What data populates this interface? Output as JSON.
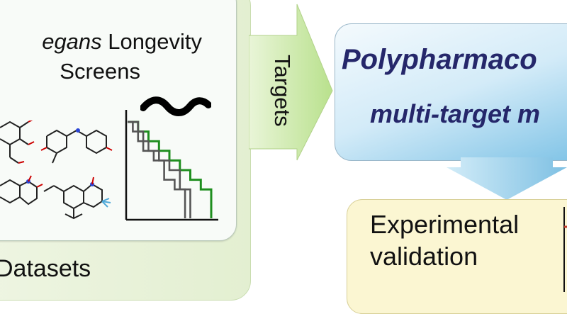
{
  "screens": {
    "title_italic": "egans",
    "title_rest": " Longevity",
    "title_line2": "Screens",
    "footer": "Datasets"
  },
  "arrow": {
    "label": "Targets"
  },
  "poly": {
    "title": "Polypharmaco",
    "subtitle": "multi-target m"
  },
  "validation": {
    "line1": "Experimental",
    "line2": "validation"
  },
  "colors": {
    "green_panel": "#e3efd1",
    "blue_box": "#7fc3e6",
    "validation_box": "#fbf6d2",
    "title_text": "#25276a",
    "survival_treated": "#1e8e1e",
    "survival_control": "#555555"
  },
  "chart_data": {
    "type": "line",
    "title": "",
    "xlabel": "",
    "ylabel": "",
    "series": [
      {
        "x": [
          0,
          1,
          1,
          2,
          2,
          3,
          3,
          4,
          4,
          5,
          5,
          6,
          6,
          7,
          7,
          8,
          8
        ],
        "y": [
          10,
          10,
          9,
          9,
          8,
          8,
          7,
          7,
          6,
          6,
          5,
          5,
          4,
          4,
          3,
          3,
          0
        ]
      },
      {
        "x": [
          0,
          1,
          1,
          2,
          2,
          3,
          3,
          4,
          4,
          5,
          5,
          6,
          6
        ],
        "y": [
          10,
          10,
          8,
          8,
          7,
          7,
          6,
          6,
          5,
          5,
          3,
          3,
          0
        ]
      },
      {
        "x": [
          0,
          0.5,
          0.5,
          1.5,
          1.5,
          2.5,
          2.5,
          3.5,
          3.5,
          4.5,
          4.5,
          5.5,
          5.5
        ],
        "y": [
          10,
          10,
          9,
          9,
          7,
          7,
          6,
          6,
          4,
          4,
          3,
          3,
          0
        ]
      }
    ]
  }
}
